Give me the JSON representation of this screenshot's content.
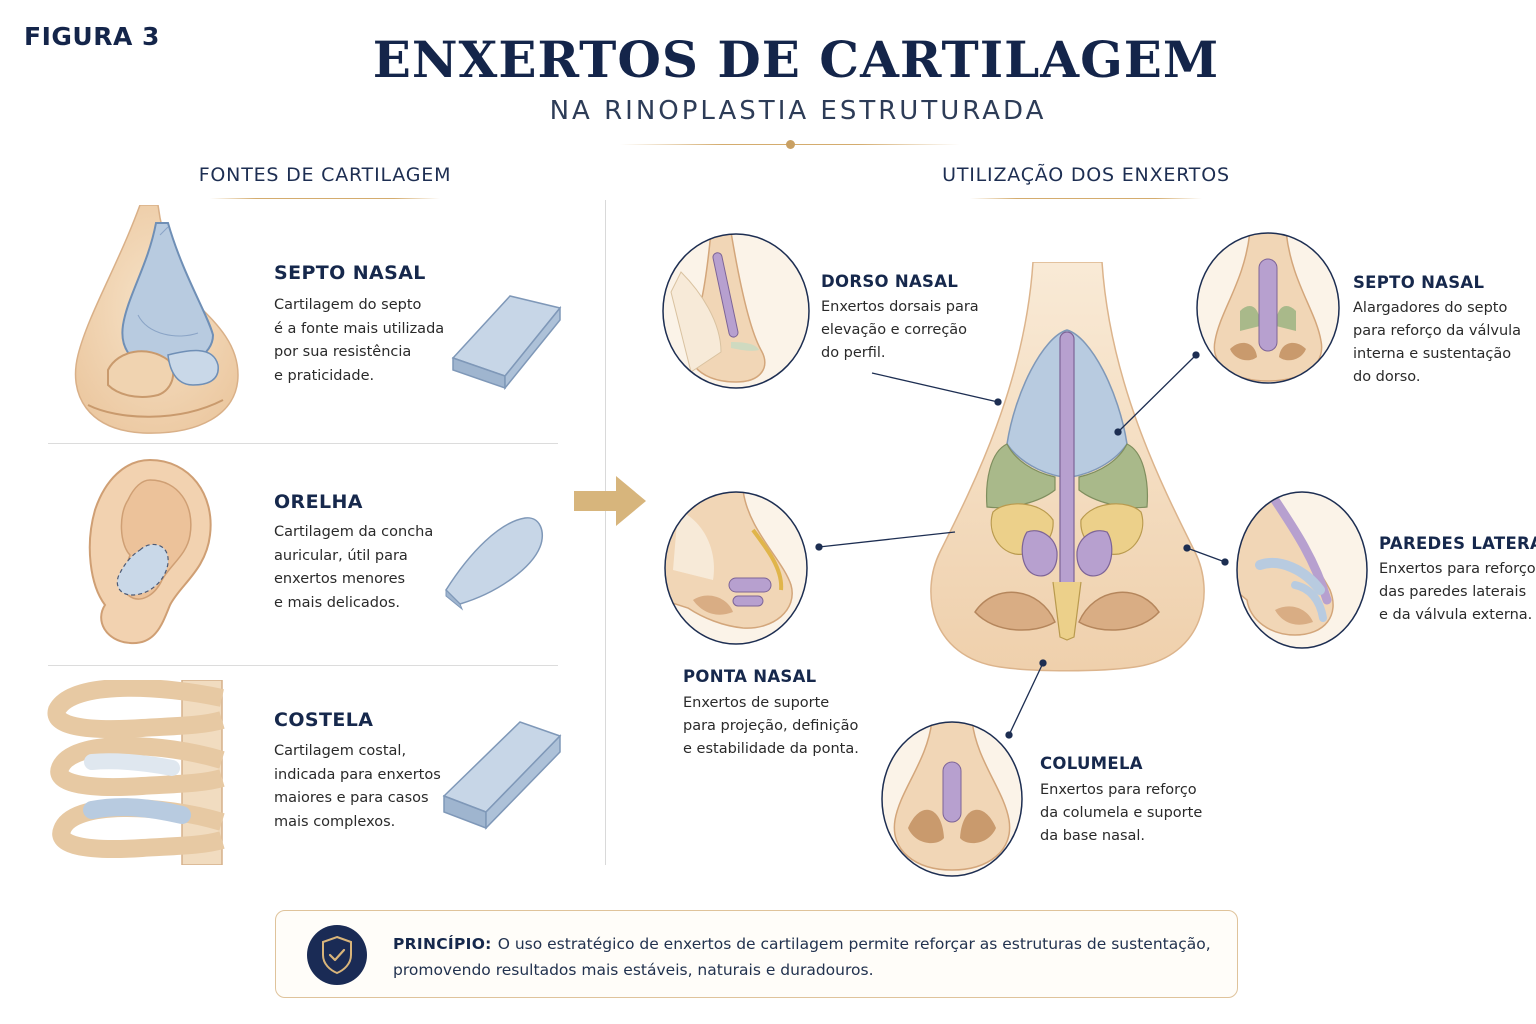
{
  "figure_label": "FIGURA 3",
  "title": "ENXERTOS DE CARTILAGEM",
  "subtitle": "NA RINOPLASTIA ESTRUTURADA",
  "sources": {
    "heading": "FONTES DE CARTILAGEM",
    "items": [
      {
        "title": "SEPTO NASAL",
        "lines": [
          "Cartilagem do septo",
          "é a fonte mais utilizada",
          "por sua resistência",
          "e praticidade."
        ]
      },
      {
        "title": "ORELHA",
        "lines": [
          "Cartilagem da concha",
          "auricular, útil para",
          "enxertos menores",
          "e mais delicados."
        ]
      },
      {
        "title": "COSTELA",
        "lines": [
          "Cartilagem costal,",
          "indicada para enxertos",
          "maiores e para casos",
          "mais complexos."
        ]
      }
    ]
  },
  "uses": {
    "heading": "UTILIZAÇÃO DOS ENXERTOS",
    "items": [
      {
        "title": "DORSO NASAL",
        "lines": [
          "Enxertos dorsais para",
          "elevação e correção",
          "do perfil."
        ]
      },
      {
        "title": "SEPTO NASAL",
        "lines": [
          "Alargadores do septo",
          "para reforço da válvula",
          "interna e sustentação",
          "do dorso."
        ]
      },
      {
        "title": "PONTA NASAL",
        "lines": [
          "Enxertos de suporte",
          "para projeção, definição",
          "e estabilidade da ponta."
        ]
      },
      {
        "title": "PAREDES LATERAIS",
        "lines": [
          "Enxertos para reforço",
          "das paredes laterais",
          "e da válvula externa."
        ]
      },
      {
        "title": "COLUMELA",
        "lines": [
          "Enxertos para reforço",
          "da columela e suporte",
          "da base nasal."
        ]
      }
    ]
  },
  "principle": {
    "lead": "PRINCÍPIO:",
    "text": "O uso estratégico de enxertos de cartilagem permite reforçar as estruturas de sustentação, promovendo resultados mais estáveis, naturais e duradouros."
  },
  "colors": {
    "navy": "#14254a",
    "gold": "#c9a063",
    "skin": "#f3d9bb",
    "cartilage_blue": "#b8cbe0",
    "graft_purple": "#b7a0cf",
    "graft_green": "#a9b98a",
    "graft_yellow": "#ecd08a"
  },
  "icons": [
    "shield-check-icon",
    "arrow-right-icon"
  ]
}
